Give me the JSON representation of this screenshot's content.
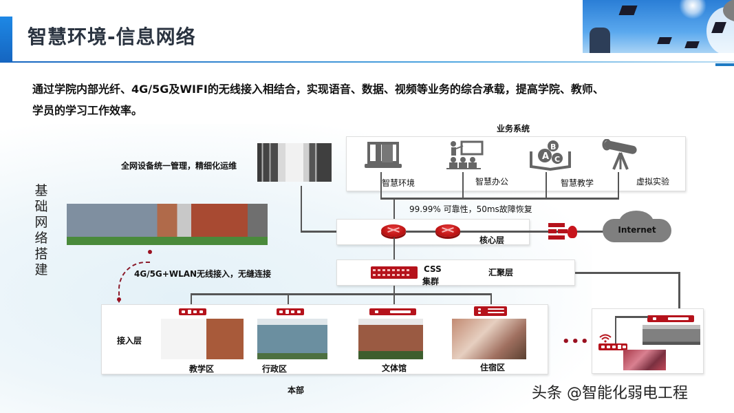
{
  "page": {
    "title": "智慧环境-信息网络",
    "intro_line1": "通过学院内部光纤、4G/5G及WIFI的无线接入相结合，实现语音、数据、视频等业务的综合承载，提高学院、教师、",
    "intro_line2": "学员的学习工作效率。",
    "side_title": [
      "基",
      "础",
      "网",
      "络",
      "搭",
      "建"
    ]
  },
  "diagram": {
    "business": {
      "title": "业务系统",
      "items": [
        {
          "label": "智慧环境",
          "icon": "laptop-books-icon"
        },
        {
          "label": "智慧办公",
          "icon": "presentation-meeting-icon"
        },
        {
          "label": "智慧教学",
          "icon": "abc-book-icon"
        },
        {
          "label": "虚拟实验",
          "icon": "telescope-icon"
        }
      ]
    },
    "reliability_note": "99.99% 可靠性，50ms故障恢复",
    "management_note": "全网设备统一管理，精细化运维",
    "wireless_note": "4G/5G+WLAN无线接入，无缝连接",
    "core_layer": {
      "label": "核心层"
    },
    "aggregation_layer": {
      "label": "汇聚层",
      "css_line1": "CSS",
      "css_line2": "集群"
    },
    "internet": {
      "label": "Internet"
    },
    "access_layer": {
      "label": "接入层",
      "group_label": "本部",
      "zones": [
        {
          "label": "教学区"
        },
        {
          "label": "行政区"
        },
        {
          "label": "文体馆"
        },
        {
          "label": "住宿区"
        }
      ]
    },
    "more_indicator": "•••",
    "colors": {
      "device_red": "#b5121b",
      "line_gray": "#555555",
      "title_blue": "#1565c0",
      "cloud_gray": "#7f7f7f"
    }
  },
  "watermark": "头条 @智能化弱电工程"
}
